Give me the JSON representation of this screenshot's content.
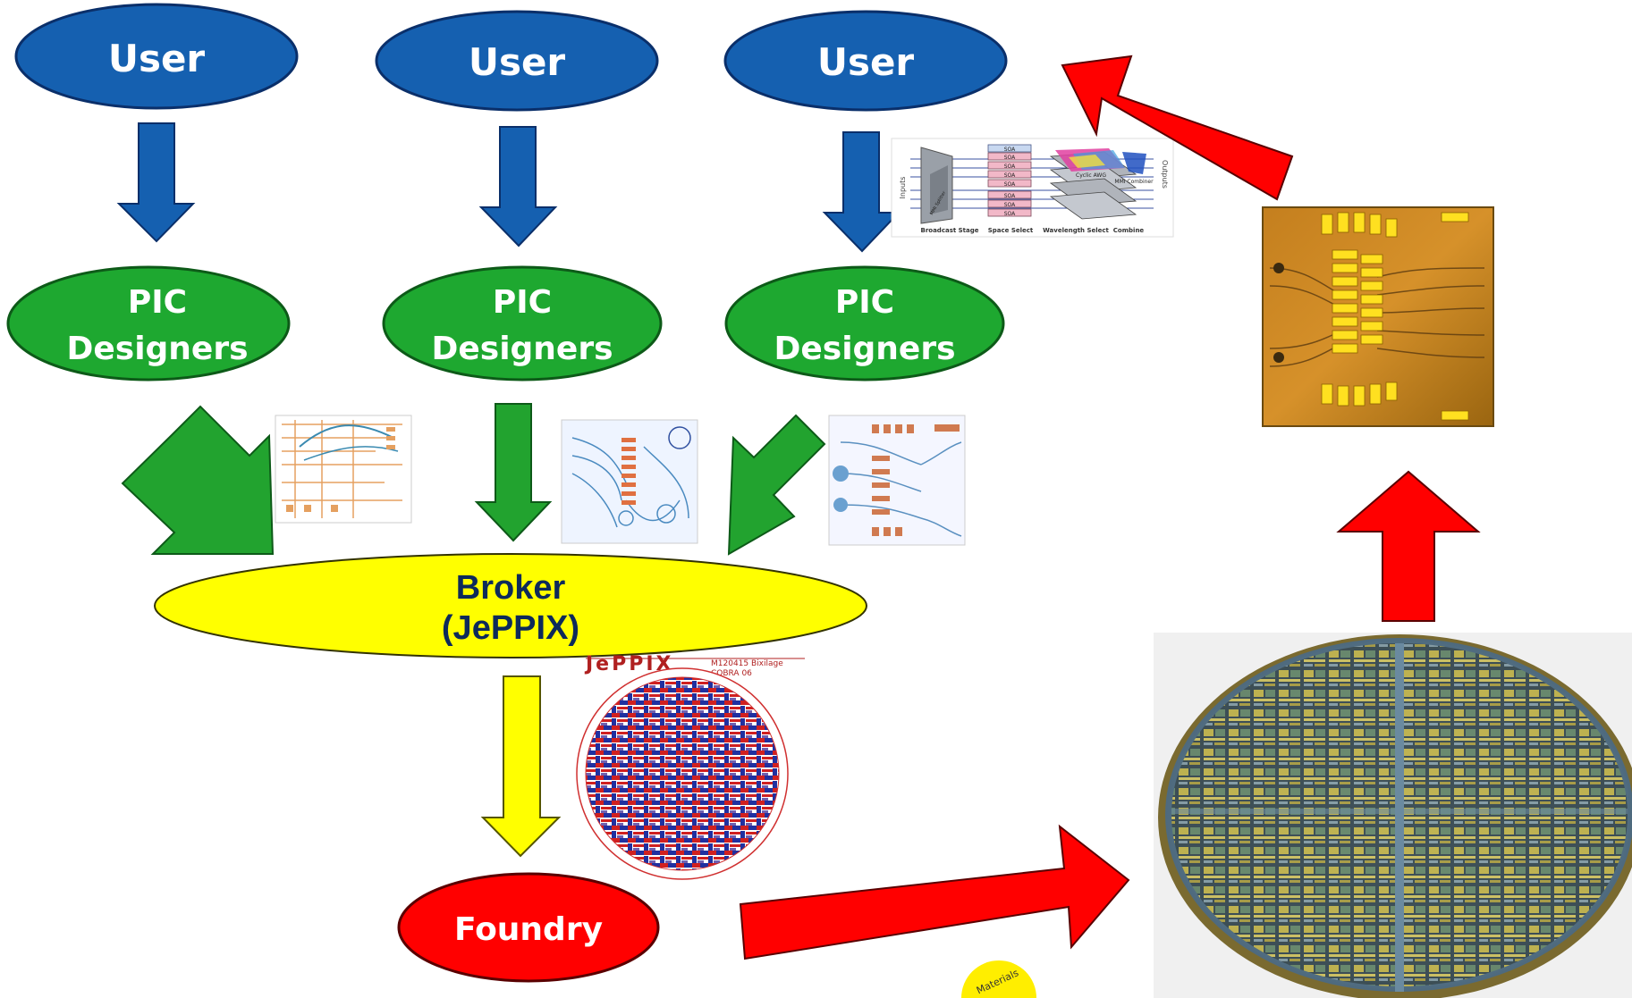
{
  "nodes": {
    "user_1": "User",
    "user_2": "User",
    "user_3": "User",
    "pic_1": [
      "PIC",
      "Designers"
    ],
    "pic_2": [
      "PIC",
      "Designers"
    ],
    "pic_3": [
      "PIC",
      "Designers"
    ],
    "broker": [
      "Broker",
      "(JePPIX)"
    ],
    "foundry": "Foundry"
  },
  "inset_system": {
    "side_left": "Inputs",
    "side_right": "Outputs",
    "stages": [
      "Broadcast Stage",
      "Space Select",
      "Wavelength Select",
      "Combine"
    ],
    "blocks": [
      "SOA",
      "SOA",
      "SOA",
      "SOA",
      "SOA",
      "SOA",
      "SOA",
      "SOA"
    ],
    "labels": [
      "MMI Splitter",
      "Cyclic AWG",
      "MMI Combiner"
    ]
  },
  "inset_mask": {
    "logo": "JePPIX",
    "caption_line_1": "M120415 Bixilage",
    "caption_line_2": "COBRA 06"
  },
  "badge": "Materials",
  "colors": {
    "user": "#1560b0",
    "pic": "#1ea830",
    "broker": "#ffff00",
    "foundry": "#ff0000",
    "arrow_blue": "#1560b0",
    "arrow_green": "#22a32f",
    "arrow_yellow": "#ffff00",
    "arrow_red": "#ff0000"
  }
}
